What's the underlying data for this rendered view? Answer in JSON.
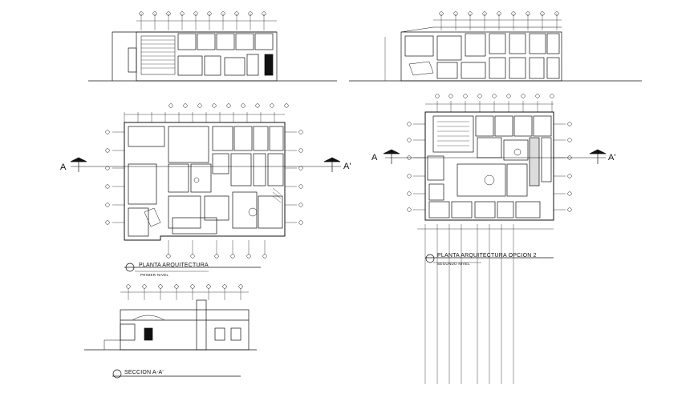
{
  "colors": {
    "line": "#111111",
    "background": "#ffffff"
  },
  "labels": {
    "plan1_title": "PLANTA ARQUITECTURA",
    "plan1_sub": "PRIMER NIVEL",
    "plan2_title": "PLANTA ARQUITECTURA OPCION 2",
    "plan2_sub": "SEGUNDO NIVEL",
    "section_title": "SECCION A-A'",
    "cut_a": "A",
    "cut_a_prime": "A'"
  },
  "icons": {
    "cut_marker": "section-cut-arrow-icon",
    "grid_bubble": "grid-bubble-icon"
  }
}
